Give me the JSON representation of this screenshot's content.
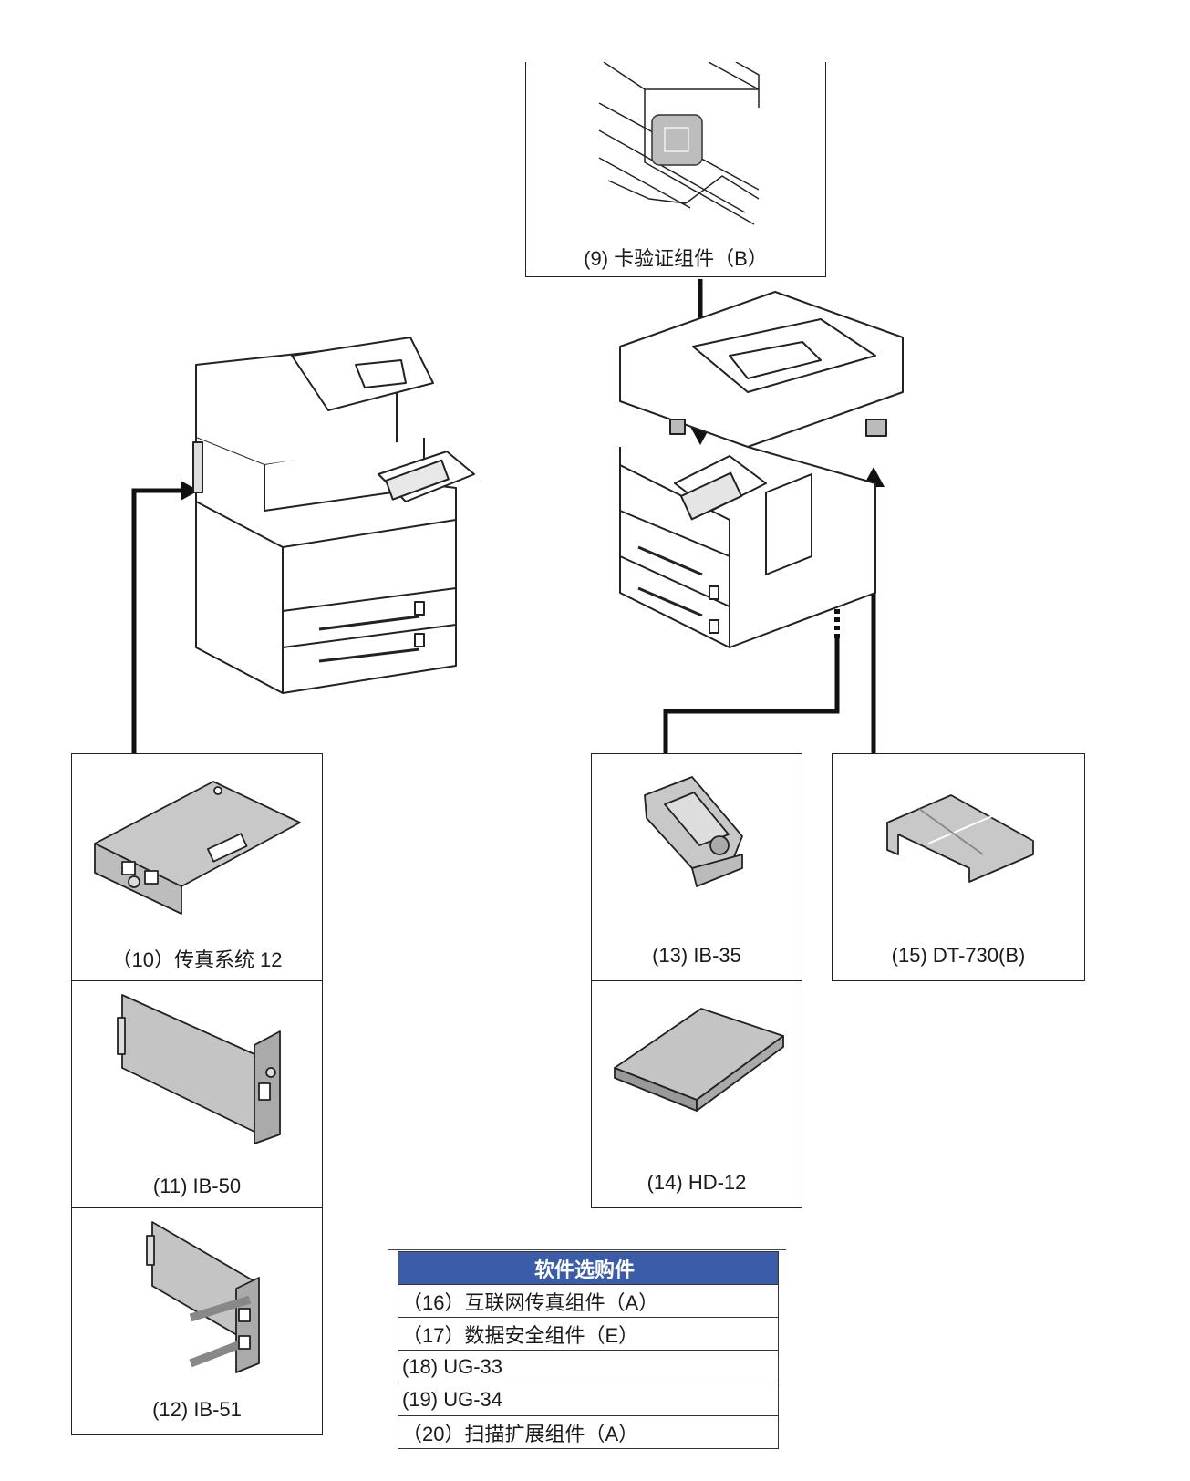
{
  "options": {
    "card_auth": "(9) 卡验证组件（B）",
    "fax_system": "（10）传真系统 12",
    "ib50": "(11) IB-50",
    "ib51": "(12) IB-51",
    "ib35": "(13) IB-35",
    "hd12": "(14) HD-12",
    "dt730": "(15) DT-730(B)"
  },
  "software_table": {
    "header": "软件选购件",
    "rows": [
      "（16）互联网传真组件（A）",
      "（17）数据安全组件（E）",
      "(18) UG-33",
      "(19) UG-34",
      "（20）扫描扩展组件（A）"
    ]
  }
}
